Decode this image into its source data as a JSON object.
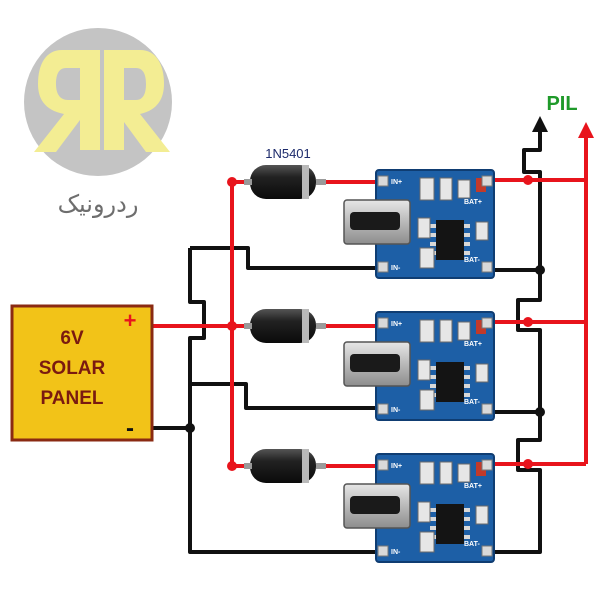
{
  "logo": {
    "letters": "RR",
    "brand_text": "ردرونیک",
    "circle_color": "#c4c4c4",
    "letter_color": "#f3ed93"
  },
  "diagram": {
    "diode_label": "1N5401",
    "output_label": "PIL",
    "output_label_color": "#1f9a2a",
    "solar_panel": {
      "line1": "6V",
      "line2": "SOLAR",
      "line3": "PANEL",
      "plus": "+",
      "minus": "-",
      "fill": "#f2c318",
      "border": "#8a2a12",
      "text_color": "#7a1a10"
    },
    "board_count": 3,
    "board_color": "#1d5fa6",
    "wire_positive": "#e8141c",
    "wire_negative": "#111111",
    "board_pins": {
      "in_plus": "IN+",
      "in_minus": "IN-",
      "bat_plus": "BAT+",
      "bat_minus": "BAT-"
    }
  }
}
